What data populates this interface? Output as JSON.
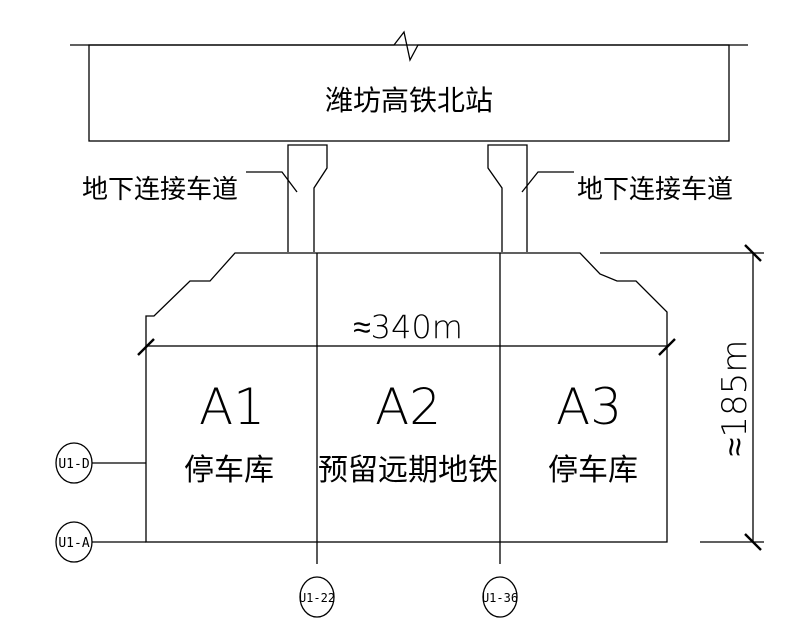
{
  "station": {
    "label": "潍坊高铁北站"
  },
  "connectors": {
    "left_label": "地下连接车道",
    "right_label": "地下连接车道"
  },
  "dimensions": {
    "width_label": "≈340m",
    "height_label": "≈185m"
  },
  "zones": [
    {
      "code": "A1",
      "name": "停车库"
    },
    {
      "code": "A2",
      "name": "预留远期地铁"
    },
    {
      "code": "A3",
      "name": "停车库"
    }
  ],
  "axes": {
    "row_top": "U1-D",
    "row_bottom": "U1-A",
    "col_left": "U1-22",
    "col_right": "U1-36"
  }
}
